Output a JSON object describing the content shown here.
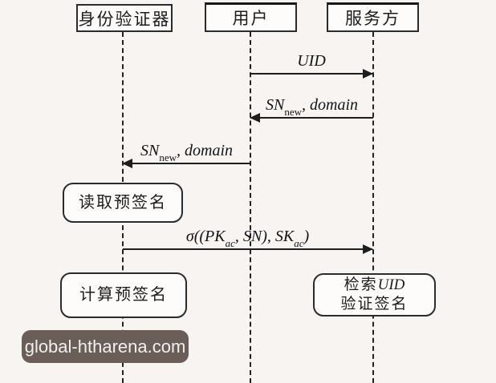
{
  "diagram": {
    "title": "pre-signature sequence diagram",
    "actors": [
      {
        "id": "identity-verifier",
        "label": "身份验证器"
      },
      {
        "id": "user",
        "label": "用户"
      },
      {
        "id": "service-provider",
        "label": "服务方"
      }
    ],
    "messages": [
      {
        "from": "user",
        "to": "service-provider",
        "direction": "right",
        "parts": [
          "UID"
        ]
      },
      {
        "from": "service-provider",
        "to": "user",
        "direction": "left",
        "parts": [
          "SN",
          "new",
          ", domain"
        ]
      },
      {
        "from": "user",
        "to": "identity-verifier",
        "direction": "left",
        "parts": [
          "SN",
          "new",
          ", domain"
        ]
      },
      {
        "from": "identity-verifier",
        "to": "service-provider",
        "direction": "right",
        "parts": [
          "σ((PK",
          "ac",
          ", SN), SK",
          "ac",
          ")"
        ]
      }
    ],
    "activities": [
      {
        "actor": "identity-verifier",
        "label": "读取预签名"
      },
      {
        "actor": "identity-verifier",
        "label": "计算预签名"
      },
      {
        "actor": "service-provider",
        "line1_cjk": "检索",
        "line1_latin": "UID",
        "line2": "验证签名"
      }
    ]
  },
  "watermark": {
    "text": "global-htharena.com"
  },
  "colors": {
    "background": "#f7f4f2",
    "line": "#1e1e1e",
    "box_border": "#2b2b2b",
    "box_fill": "#fdfcfb",
    "watermark_bg": "#695f58",
    "watermark_text": "#f2efec"
  }
}
